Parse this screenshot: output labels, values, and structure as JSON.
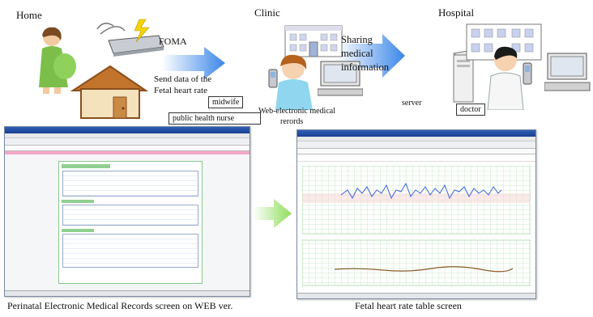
{
  "labels": {
    "home": "Home",
    "clinic": "Clinic",
    "hospital": "Hospital",
    "foma": "FOMA",
    "send_data_line1": "Send data of the",
    "send_data_line2": "Fetal heart rate",
    "midwife": "midwife",
    "public_health_nurse": "public health nurse",
    "sharing_line1": "Sharing",
    "sharing_line2": "medical",
    "sharing_line3": "information",
    "server": "server",
    "web_emr_line1": "Web-electronic medical",
    "web_emr_line2": "rerords",
    "doctor": "doctor",
    "caption_left": "Perinatal Electronic Medical Records screen on WEB ver.",
    "caption_right": "Fetal heart rate table screen"
  },
  "colors": {
    "arrow_blue": "#3a86e8",
    "arrow_green": "#8fdc5a",
    "grid_green": "#9ed59e",
    "fhr_trace": "#3b63d8",
    "toco_trace": "#8a5a2a"
  }
}
